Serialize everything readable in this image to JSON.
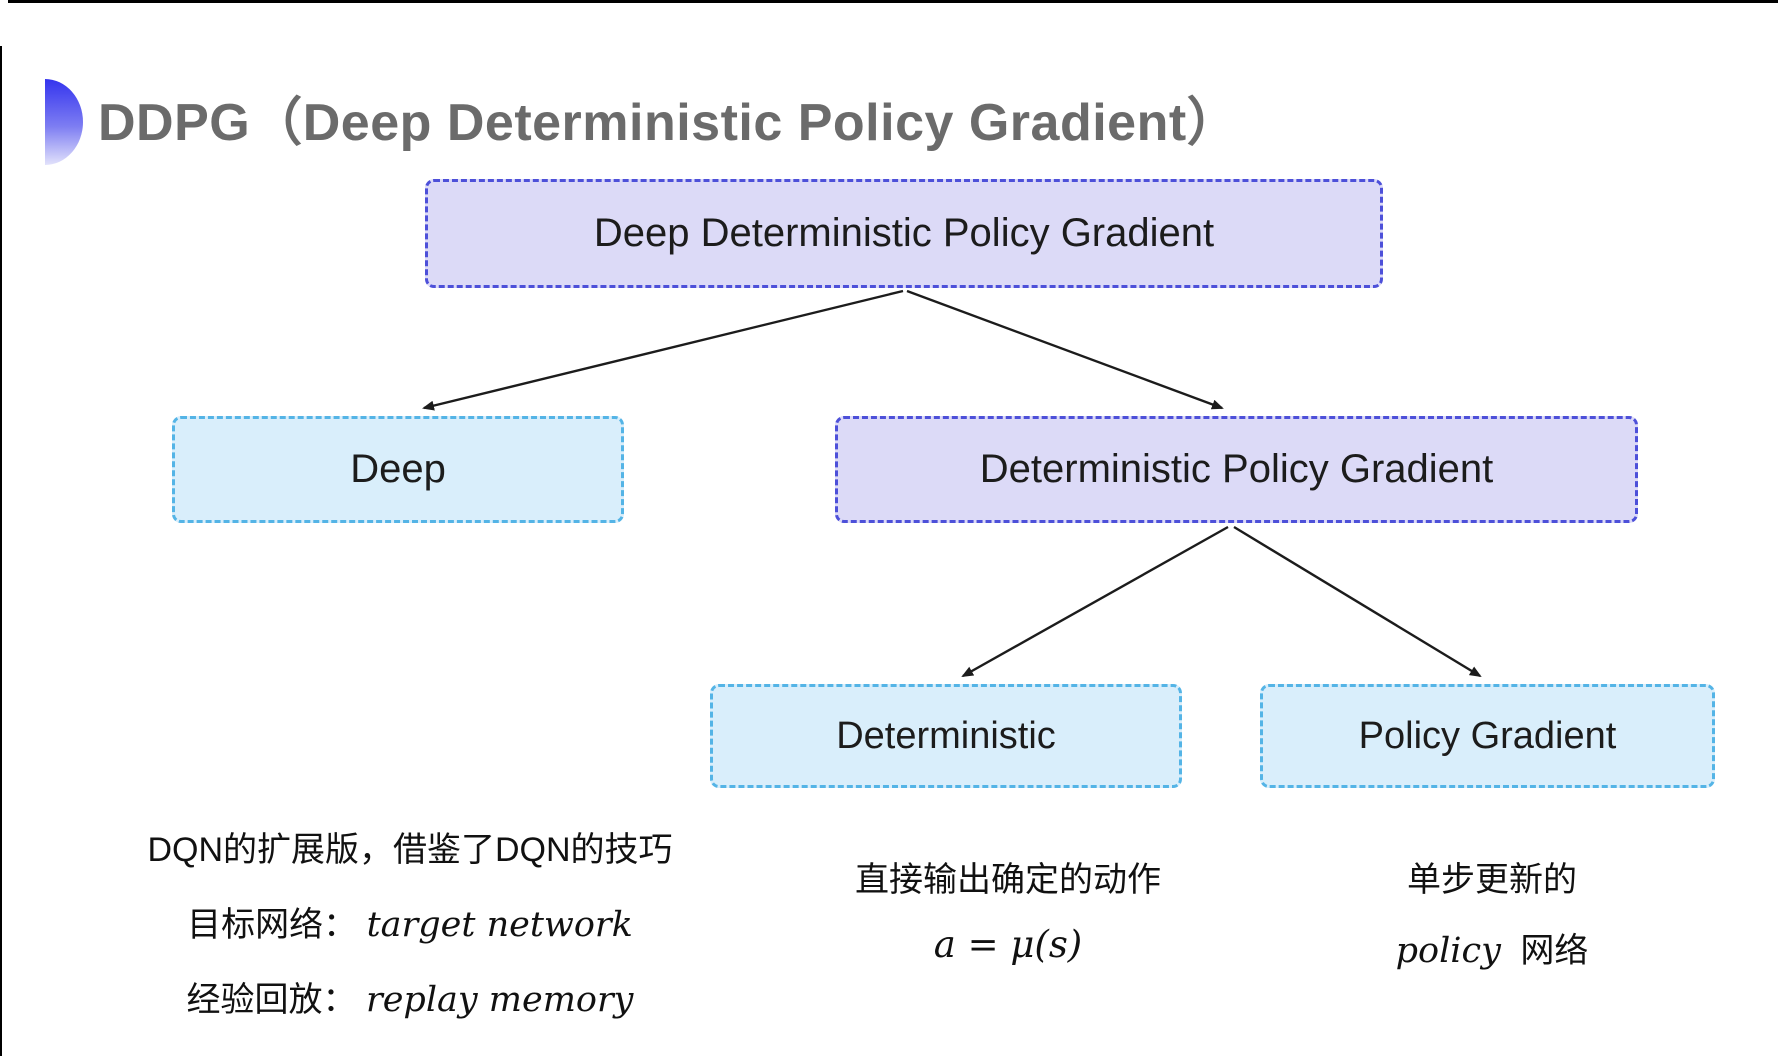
{
  "page": {
    "title": "DDPG（Deep Deterministic Policy Gradient）"
  },
  "colors": {
    "accent_blue": "#3434ee",
    "purple_fill": "#dcdaf7",
    "purple_border": "#4d50d9",
    "cyan_fill": "#d9eefb",
    "cyan_border": "#54b4e6",
    "title_gray": "#6b6b6b",
    "text_black": "#1c1c1c"
  },
  "diagram": {
    "type": "tree",
    "root": {
      "id": "ddpg",
      "label": "Deep Deterministic Policy Gradient",
      "style": "purple"
    },
    "level2": [
      {
        "id": "deep",
        "label": "Deep",
        "style": "cyan"
      },
      {
        "id": "dpg",
        "label": "Deterministic Policy Gradient",
        "style": "purple"
      }
    ],
    "level3": [
      {
        "id": "deterministic",
        "label": "Deterministic",
        "style": "cyan"
      },
      {
        "id": "policy-gradient",
        "label": "Policy Gradient",
        "style": "cyan"
      }
    ],
    "edges": [
      [
        "ddpg",
        "deep"
      ],
      [
        "ddpg",
        "dpg"
      ],
      [
        "dpg",
        "deterministic"
      ],
      [
        "dpg",
        "policy-gradient"
      ]
    ]
  },
  "notes": {
    "deep": {
      "line1": "DQN的扩展版，借鉴了DQN的技巧",
      "line2_label": "目标网络：",
      "line2_term": "target network",
      "line3_label": "经验回放：",
      "line3_term": "replay memory"
    },
    "deterministic": {
      "line1": "直接输出确定的动作",
      "formula": "a = μ(s)"
    },
    "policy_gradient": {
      "line1": "单步更新的",
      "line2_term": "policy",
      "line2_rest": "网络"
    }
  }
}
